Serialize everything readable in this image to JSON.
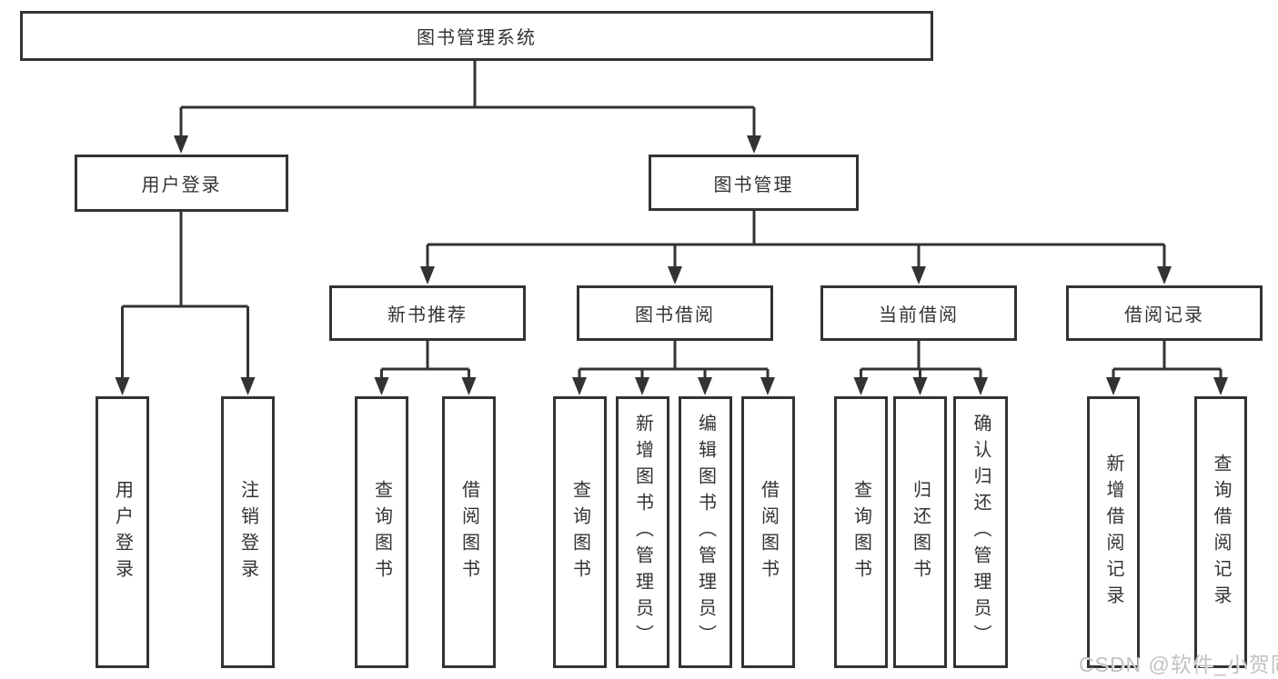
{
  "diagram": {
    "root": {
      "label": "图书管理系统"
    },
    "branches": [
      {
        "label": "用户登录",
        "children": [
          {
            "label": "用户登录"
          },
          {
            "label": "注销登录"
          }
        ]
      },
      {
        "label": "图书管理",
        "children": [
          {
            "label": "新书推荐",
            "children": [
              {
                "label": "查询图书"
              },
              {
                "label": "借阅图书"
              }
            ]
          },
          {
            "label": "图书借阅",
            "children": [
              {
                "label": "查询图书"
              },
              {
                "label": "新增图书（管理员）"
              },
              {
                "label": "编辑图书（管理员）"
              },
              {
                "label": "借阅图书"
              }
            ]
          },
          {
            "label": "当前借阅",
            "children": [
              {
                "label": "查询图书"
              },
              {
                "label": "归还图书"
              },
              {
                "label": "确认归还（管理员）"
              }
            ]
          },
          {
            "label": "借阅记录",
            "children": [
              {
                "label": "新增借阅记录"
              },
              {
                "label": "查询借阅记录"
              }
            ]
          }
        ]
      }
    ],
    "watermark": "CSDN @软件_小贺同学",
    "colors": {
      "line": "#333333",
      "box_border": "#333333",
      "box_background": "#ffffff",
      "text": "#333333",
      "watermark_text": "#c2c2c2"
    }
  }
}
